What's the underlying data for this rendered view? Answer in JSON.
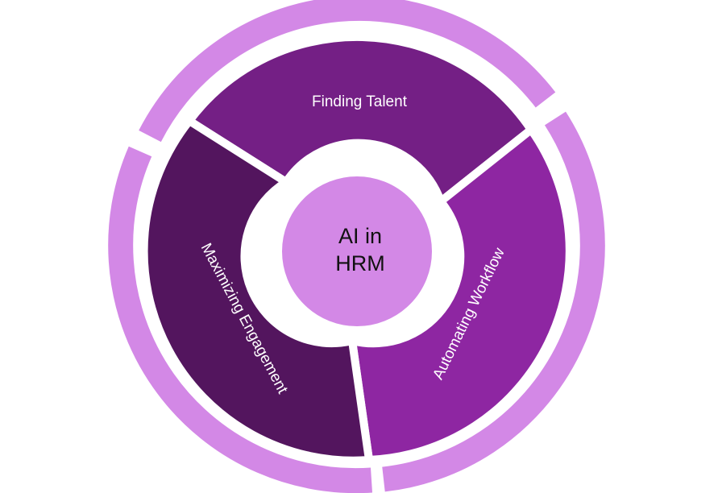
{
  "diagram": {
    "center_line1": "AI in",
    "center_line2": "HRM",
    "segments": [
      {
        "label": "Finding Talent",
        "color": "#741f85"
      },
      {
        "label": "Automating Workflow",
        "color": "#8e26a2"
      },
      {
        "label": "Maximizing Engagement",
        "color": "#53155e"
      }
    ],
    "outer_ring_color": "#d388e6",
    "center_color": "#d388e6"
  }
}
